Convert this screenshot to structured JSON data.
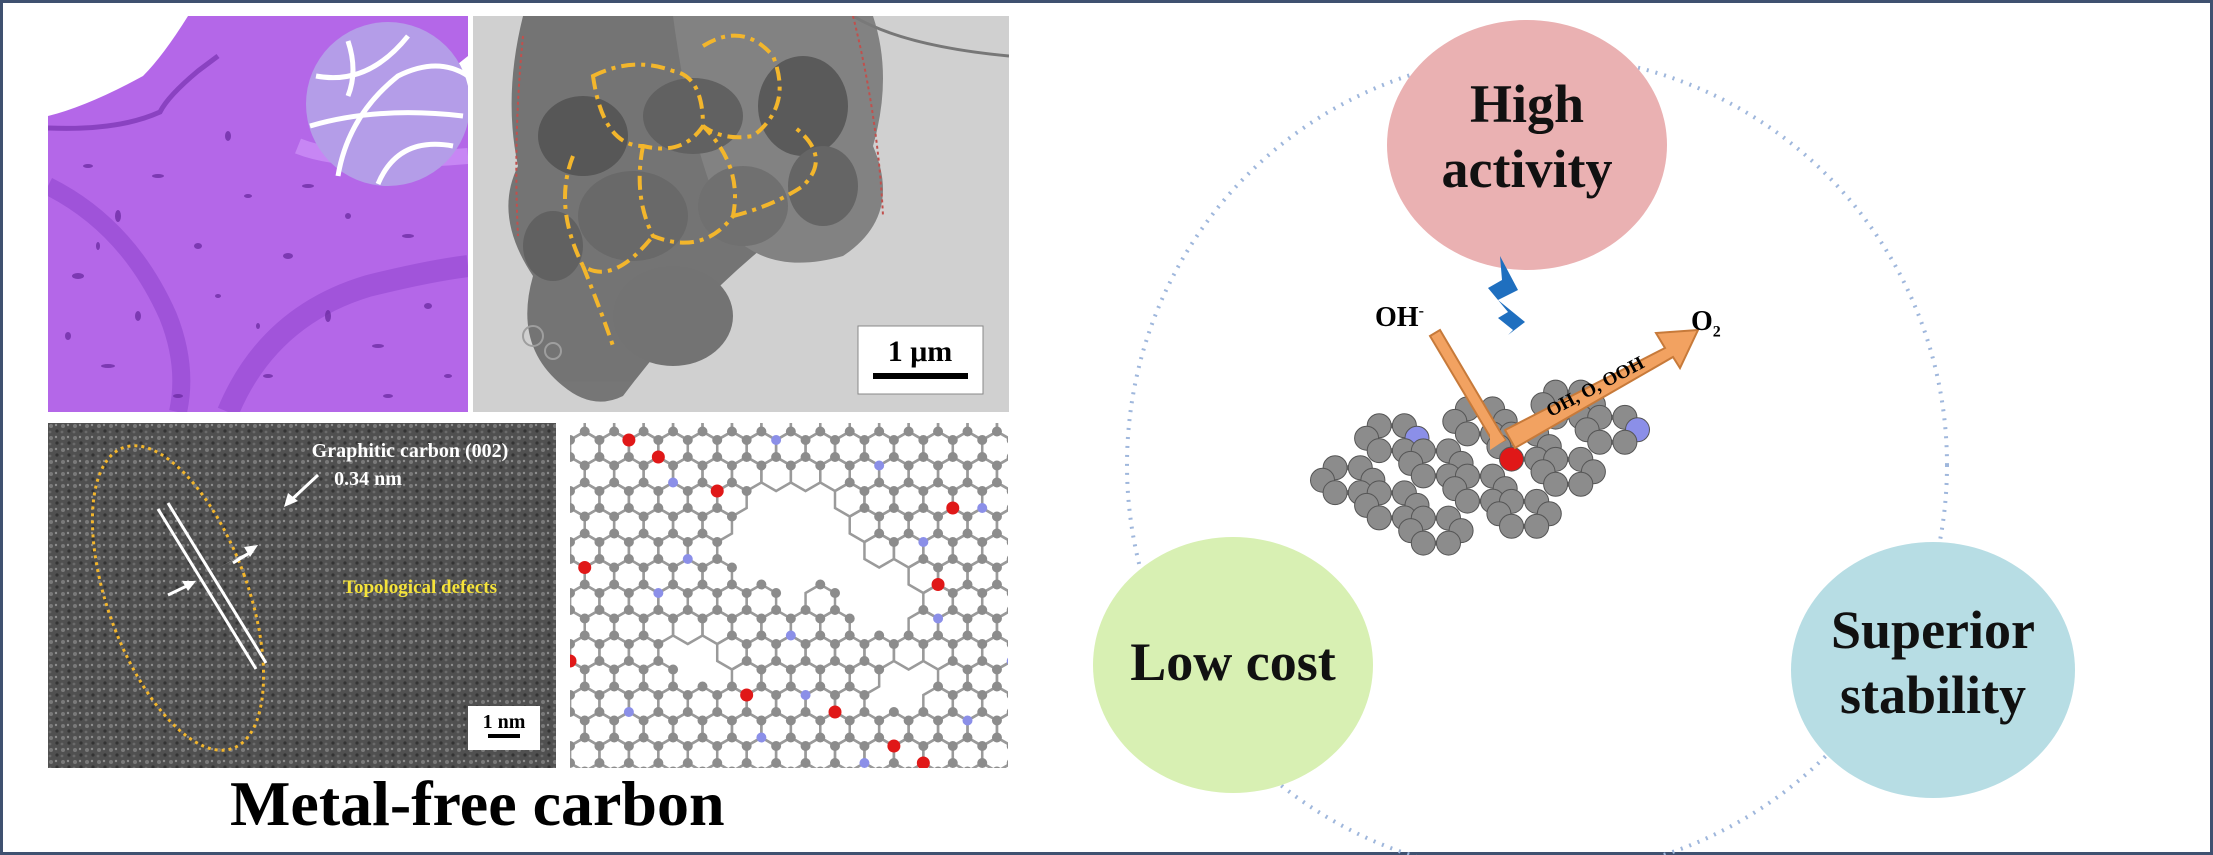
{
  "title": "Metal-free carbon",
  "tem_panel": {
    "scale_bar": "1 μm"
  },
  "hrtem_panel": {
    "annotation_lattice": "Graphitic carbon (002)",
    "annotation_spacing": "0.34 nm",
    "annotation_defects": "Topological defects",
    "scale_bar": "1 nm"
  },
  "properties": {
    "top": {
      "line1": "High",
      "line2": "activity",
      "color": "#eab1b2"
    },
    "left": {
      "line1": "Low cost",
      "color": "#d8f0b3"
    },
    "right": {
      "line1": "Superior",
      "line2": "stability",
      "color": "#b7dde4"
    }
  },
  "reaction": {
    "reactant": "OH",
    "reactant_sup": "-",
    "product": "O",
    "product_sub": "2",
    "intermediates": "OH, O, OOH"
  },
  "colors": {
    "frame": "#3f5170",
    "foam": "#b467e8",
    "carbon_atom": "#8c8c8c",
    "nitrogen_atom": "#8b8fe8",
    "oxygen_atom": "#e01818",
    "arrow": "#f2a261",
    "lightning": "#1f6fbf",
    "defect_outline": "#f3b62c"
  }
}
